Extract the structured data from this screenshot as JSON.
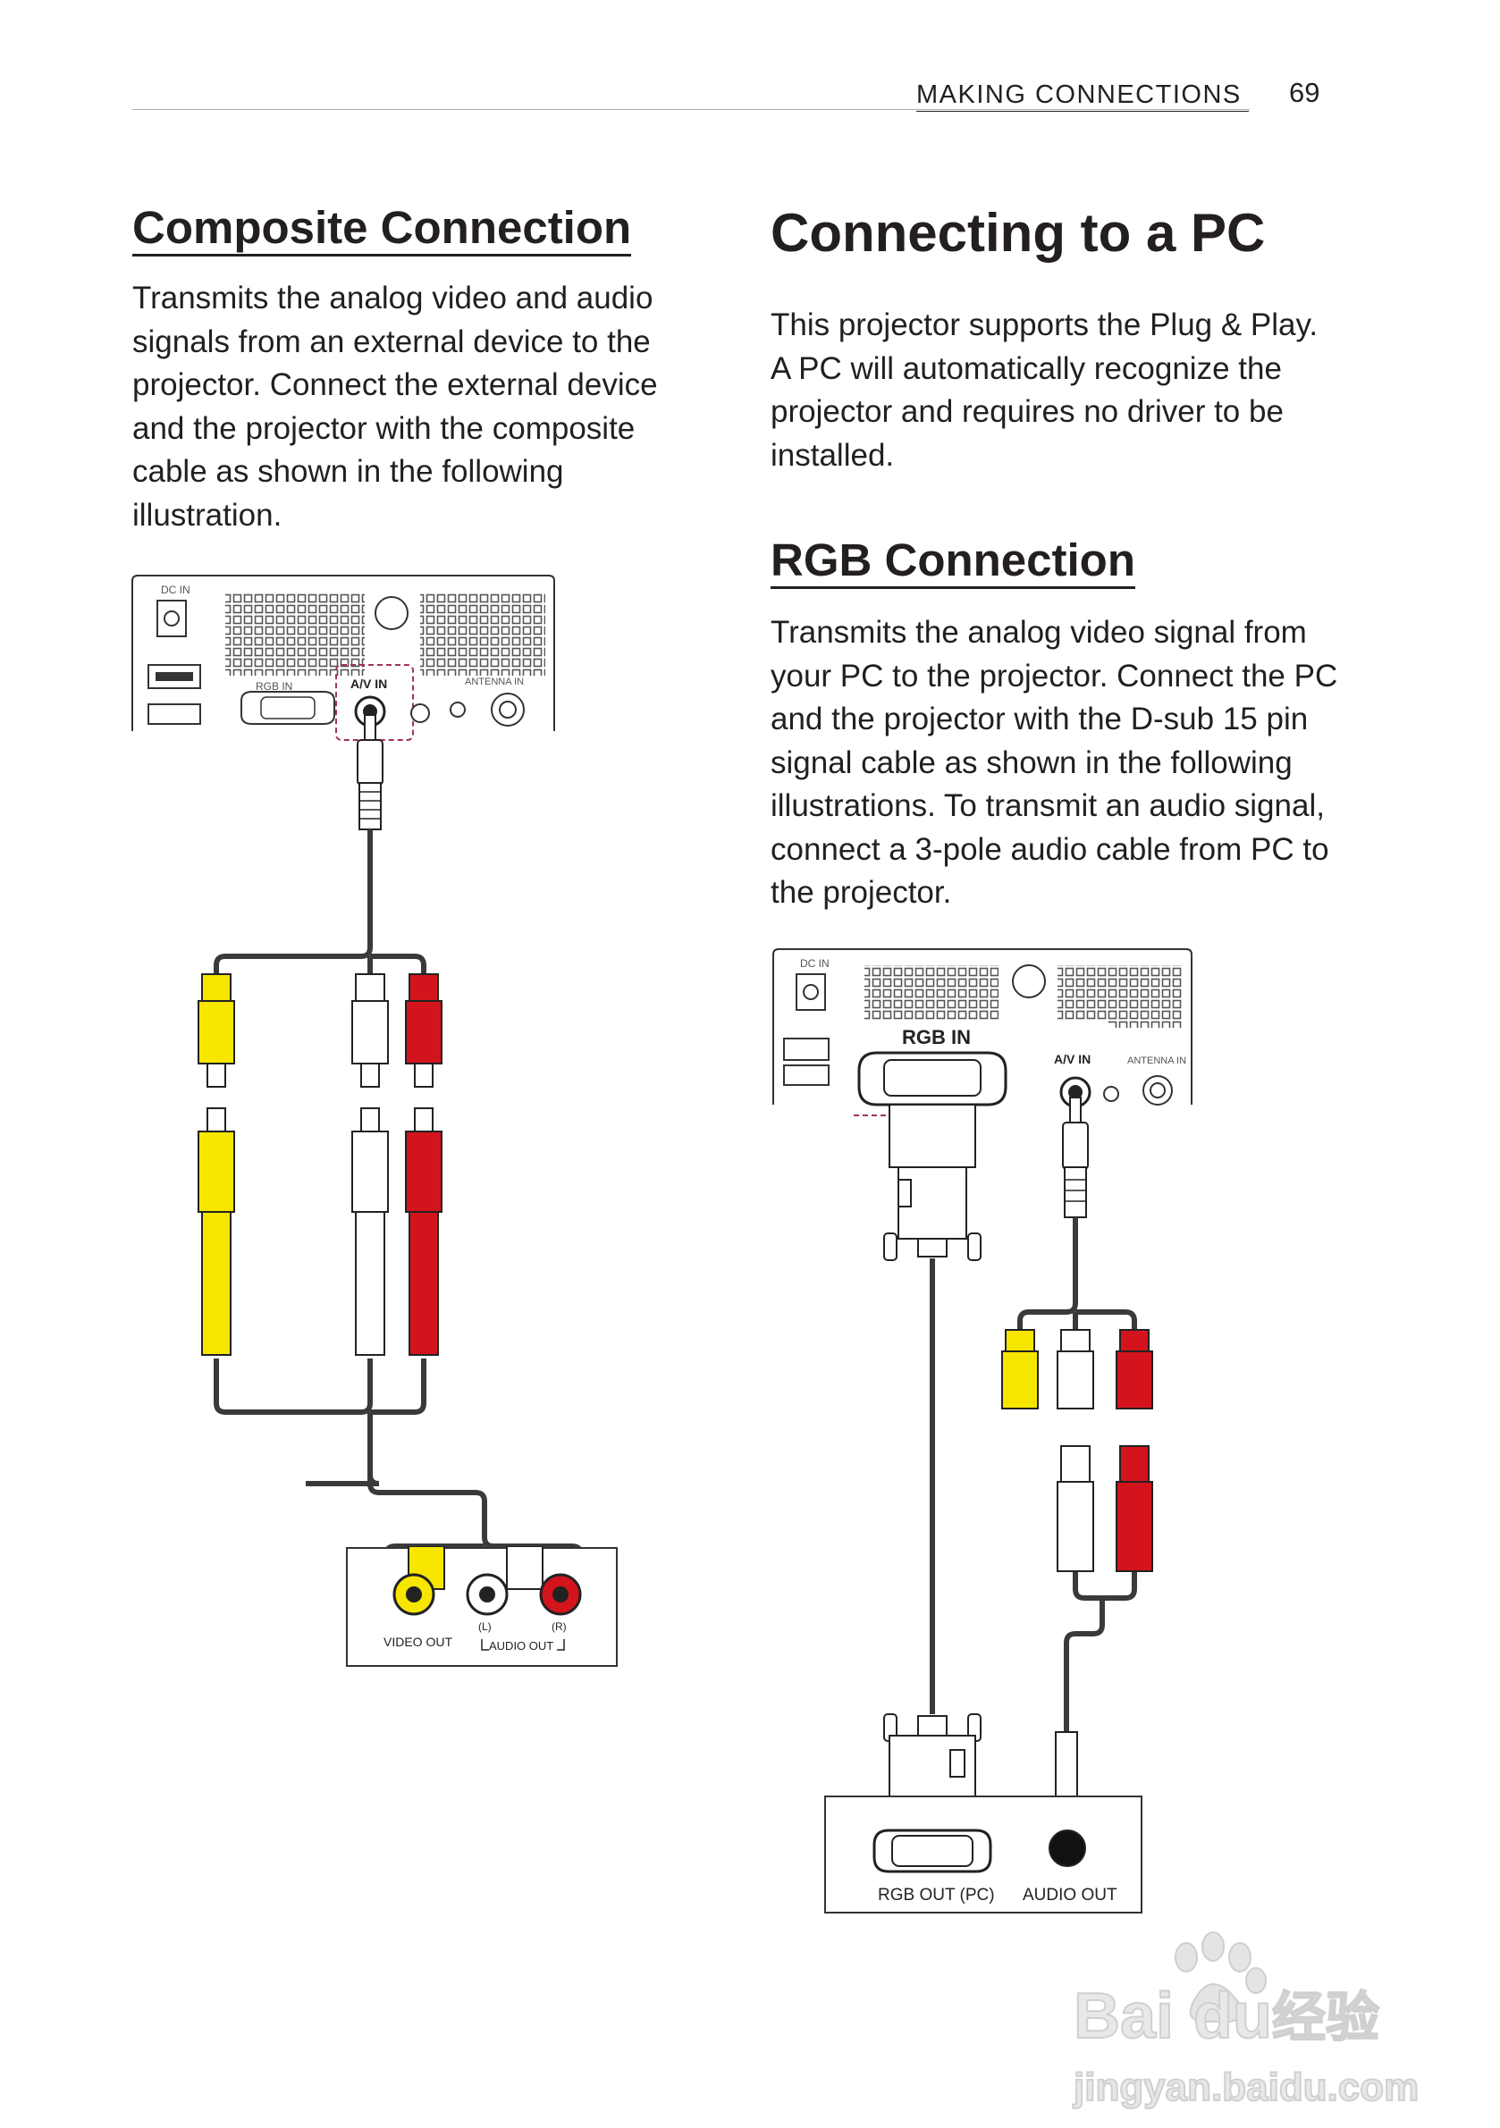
{
  "header": {
    "section": "MAKING CONNECTIONS",
    "page_number": "69"
  },
  "composite": {
    "title": "Composite Connection",
    "body": "Transmits the analog video and audio signals from an external device to the projector. Connect the external device and the projector with the composite cable as shown in the following illustration.",
    "figure": {
      "panel_labels": [
        "DC IN",
        "RGB IN",
        "A/V IN",
        "ANTENNA IN"
      ],
      "device_labels": {
        "video_out": "VIDEO OUT",
        "left": "(L)",
        "right": "(R)",
        "audio_out": "AUDIO OUT"
      }
    }
  },
  "pc": {
    "title": "Connecting to a PC",
    "body": "This projector supports the Plug & Play. A PC will automatically recognize the projector and requires no driver to be installed."
  },
  "rgb": {
    "title": "RGB Connection",
    "body": "Transmits the analog video signal from your PC to the projector. Connect the PC and the projector with the D-sub 15 pin signal cable as shown in the following illustrations. To transmit an audio signal, connect a 3-pole audio cable from PC to the projector.",
    "figure": {
      "panel_labels": [
        "DC IN",
        "RGB IN",
        "A/V IN",
        "ANTENNA IN"
      ],
      "device_labels": {
        "rgb_out": "RGB OUT (PC)",
        "audio_out": "AUDIO OUT"
      }
    }
  },
  "watermark": {
    "brand": "Bai",
    "brand2": "du",
    "cn": "经验",
    "url": "jingyan.baidu.com"
  },
  "colors": {
    "yellow": "#f7e600",
    "red": "#d3141c",
    "cable": "#3a3a3a"
  }
}
